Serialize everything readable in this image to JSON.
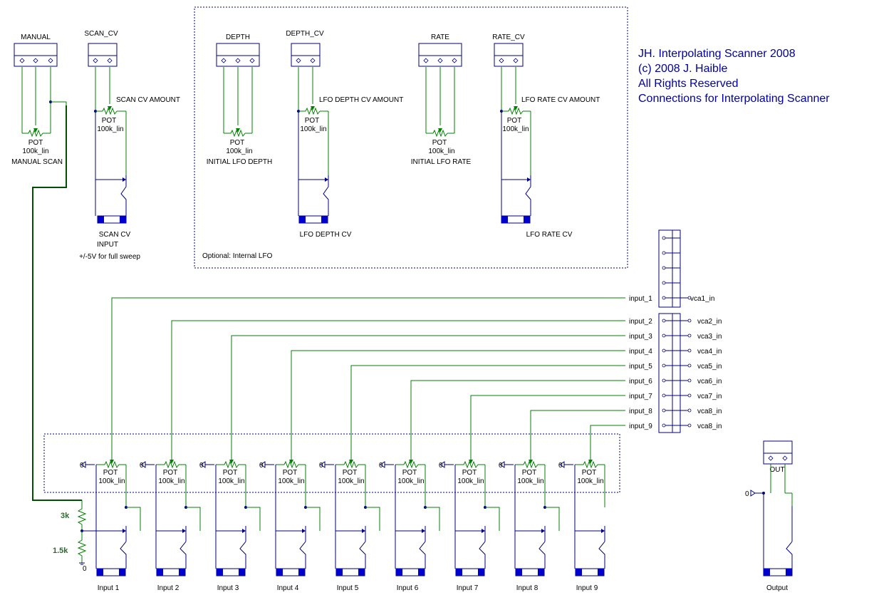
{
  "title": {
    "lines": [
      "JH. Interpolating Scanner 2008",
      "(c) 2008 J. Haible",
      "All Rights Reserved",
      "Connections for Interpolating Scanner"
    ]
  },
  "connectors": {
    "manual": "MANUAL",
    "scan_cv": "SCAN_CV",
    "depth": "DEPTH",
    "depth_cv": "DEPTH_CV",
    "rate": "RATE",
    "rate_cv": "RATE_CV",
    "out": "OUT"
  },
  "pots": {
    "manual": {
      "type": "POT",
      "value": "100k_lin",
      "name": "MANUAL SCAN"
    },
    "scan_cv": {
      "type": "POT",
      "value": "100k_lin",
      "name": "SCAN CV AMOUNT"
    },
    "depth": {
      "type": "POT",
      "value": "100k_lin",
      "name": "INITIAL LFO DEPTH"
    },
    "depth_cv": {
      "type": "POT",
      "value": "100k_lin",
      "name": "LFO DEPTH CV AMOUNT"
    },
    "rate": {
      "type": "POT",
      "value": "100k_lin",
      "name": "INITIAL LFO RATE"
    },
    "rate_cv": {
      "type": "POT",
      "value": "100k_lin",
      "name": "LFO RATE CV AMOUNT"
    },
    "row": {
      "type": "POT",
      "value": "100k_lin"
    }
  },
  "jacks": {
    "scan_cv": {
      "line1": "SCAN CV",
      "line2": "INPUT",
      "note": "+/-5V for full sweep"
    },
    "depth_cv": "LFO DEPTH CV",
    "rate_cv": "LFO RATE CV"
  },
  "lfo_box_label": "Optional: Internal LFO",
  "resistors": {
    "upper": "3k",
    "lower": "1.5k"
  },
  "ground_label": "0",
  "input_nets": [
    "input_1",
    "input_2",
    "input_3",
    "input_4",
    "input_5",
    "input_6",
    "input_7",
    "input_8",
    "input_9"
  ],
  "vca_nets": [
    "vca1_in",
    "vca2_in",
    "vca3_in",
    "vca4_in",
    "vca5_in",
    "vca6_in",
    "vca7_in",
    "vca8_in",
    "vca8_in"
  ],
  "input_jacks": [
    "Input 1",
    "Input 2",
    "Input 3",
    "Input 4",
    "Input 5",
    "Input 6",
    "Input 7",
    "Input 8",
    "Input 9"
  ],
  "output_jack": "Output"
}
